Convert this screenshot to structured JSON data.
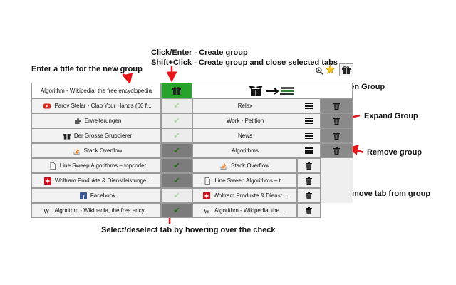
{
  "annotations": {
    "create_group": "Click/Enter - Create group",
    "create_close": "Shift+Click - Create group and close selected tabs",
    "enter_title": "Enter a title for the new group",
    "open_group": "Open Group",
    "expand_group": "Expand Group",
    "remove_group": "Remove group",
    "remove_tab": "Remove tab from group",
    "select_tab": "Select/deselect tab by hovering over the check"
  },
  "title_input": {
    "value": "Algorithm - Wikipedia, the free encyclopedia"
  },
  "tabs": [
    {
      "label": "Parov Stelar - Clap Your Hands (60 f...",
      "icon": "youtube-icon",
      "selected": false
    },
    {
      "label": "Erweiterungen",
      "icon": "puzzle-icon",
      "selected": false
    },
    {
      "label": "Der Grosse Gruppierer",
      "icon": "gift-box-icon",
      "selected": false
    },
    {
      "label": "Stack Overflow",
      "icon": "stackoverflow-icon",
      "selected": true
    },
    {
      "label": "Line Sweep Algorithms – topcoder",
      "icon": "page-icon",
      "selected": true
    },
    {
      "label": "Wolfram Produkte & Dienstleistunge...",
      "icon": "wolfram-icon",
      "selected": true
    },
    {
      "label": "Facebook",
      "icon": "facebook-icon",
      "selected": false
    },
    {
      "label": "Algorithm - Wikipedia, the free ency...",
      "icon": "wikipedia-icon",
      "selected": true
    }
  ],
  "groups": [
    {
      "name": "Relax"
    },
    {
      "name": "Work - Petition"
    },
    {
      "name": "News"
    },
    {
      "name": "Algorithms"
    }
  ],
  "group_tabs": [
    {
      "label": "Stack Overflow",
      "icon": "stackoverflow-icon"
    },
    {
      "label": "Line Sweep Algorithms – t...",
      "icon": "page-icon"
    },
    {
      "label": "Wolfram Produkte & Dienst...",
      "icon": "wolfram-icon"
    },
    {
      "label": "Algorithm - Wikipedia, the ...",
      "icon": "wikipedia-icon"
    }
  ],
  "glyphs": {
    "check": "✔",
    "wiki_letter": "W",
    "facebook_letter": "f"
  },
  "colors": {
    "create_button": "#27a32b",
    "selected_check_bg": "#7c7c7c",
    "arrow": "#e8161b"
  }
}
